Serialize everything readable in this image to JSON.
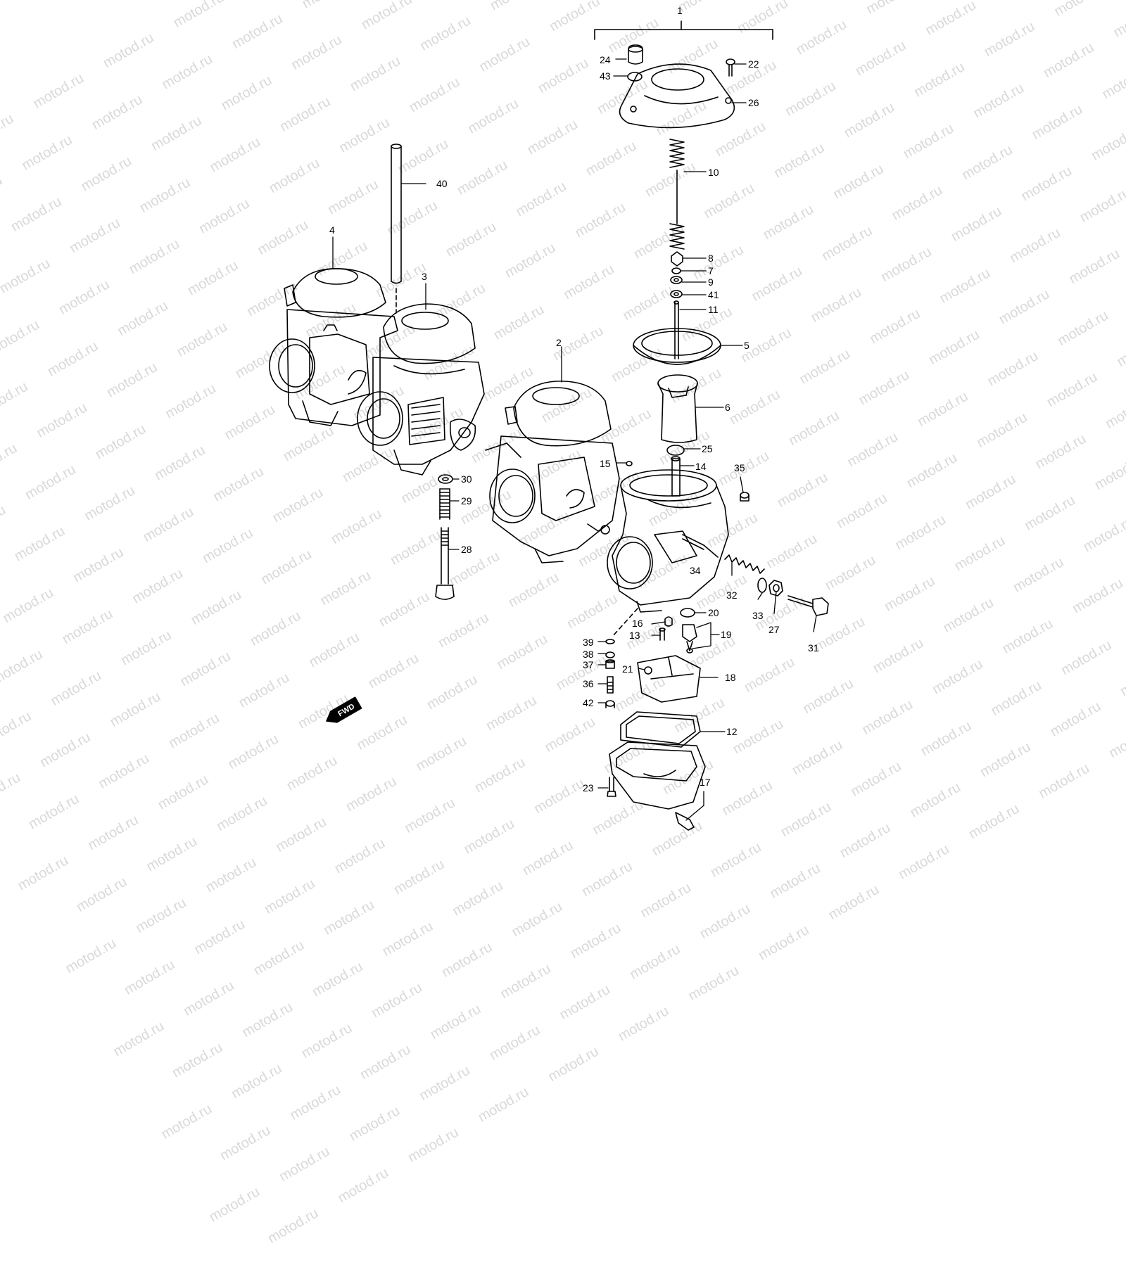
{
  "diagram": {
    "watermark": "motod.ru",
    "fwd_label": "FWD",
    "callouts": {
      "c1": "1",
      "c2": "2",
      "c3": "3",
      "c4": "4",
      "c5": "5",
      "c6": "6",
      "c7": "7",
      "c8": "8",
      "c9": "9",
      "c10": "10",
      "c11": "11",
      "c12": "12",
      "c13": "13",
      "c14": "14",
      "c15": "15",
      "c16": "16",
      "c17": "17",
      "c18": "18",
      "c19": "19",
      "c20": "20",
      "c21": "21",
      "c22": "22",
      "c23": "23",
      "c24": "24",
      "c25": "25",
      "c26": "26",
      "c27": "27",
      "c28": "28",
      "c29": "29",
      "c30": "30",
      "c31": "31",
      "c32": "32",
      "c33": "33",
      "c34": "34",
      "c35": "35",
      "c36": "36",
      "c37": "37",
      "c38": "38",
      "c39": "39",
      "c40": "40",
      "c41": "41",
      "c42": "42",
      "c43": "43"
    }
  }
}
